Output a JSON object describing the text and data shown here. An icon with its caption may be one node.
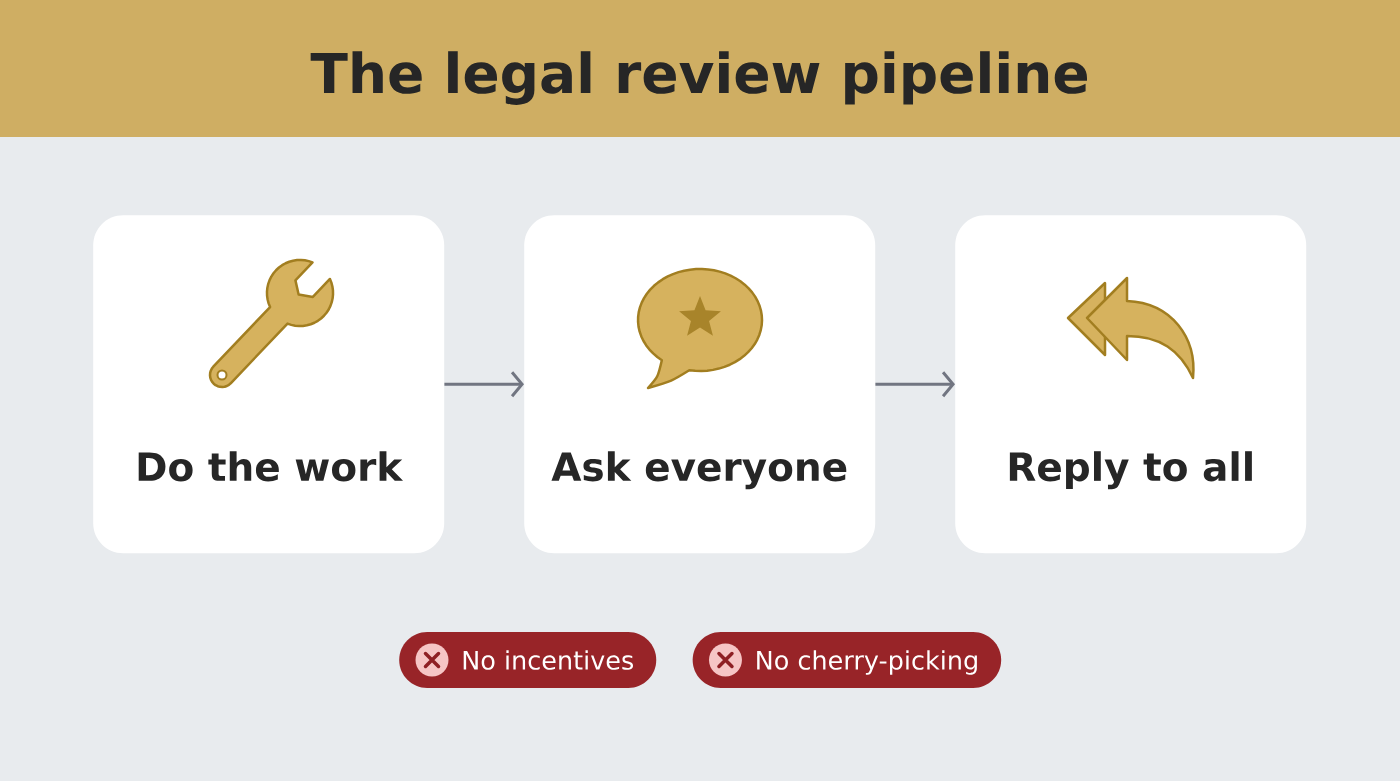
{
  "diagram": {
    "title": "The legal review pipeline",
    "nodes": [
      {
        "text": [
          "Do the work"
        ]
      },
      {
        "text": [
          "Ask everyone"
        ]
      },
      {
        "text": [
          "Reply to all"
        ]
      },
      {
        "text": [
          "No incentives"
        ]
      },
      {
        "text": [
          "No cherry-picking"
        ]
      }
    ],
    "edges": [
      {
        "from": 0,
        "to": 1,
        "arrow": "to"
      },
      {
        "from": 1,
        "to": 2,
        "arrow": "to"
      }
    ]
  }
}
